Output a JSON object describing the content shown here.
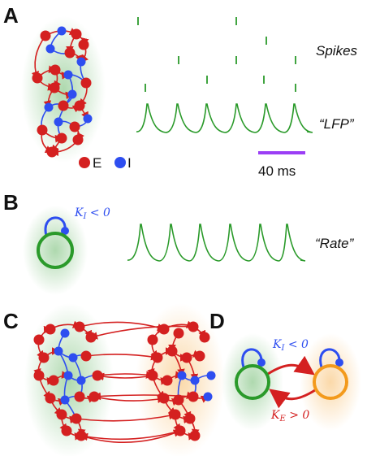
{
  "panels": {
    "a": {
      "letter": "A",
      "spikes_label": "Spikes",
      "lfp_label": "“LFP”",
      "legend_e": "E",
      "legend_i": "I",
      "scalebar_label": "40 ms"
    },
    "b": {
      "letter": "B",
      "self_coupling_var": "K",
      "self_coupling_sub": "I",
      "self_coupling_rel": " < 0",
      "rate_label": "“Rate”"
    },
    "c": {
      "letter": "C"
    },
    "d": {
      "letter": "D",
      "inhib_var": "K",
      "inhib_sub": "I",
      "inhib_rel": " < 0",
      "excit_var": "K",
      "excit_sub": "E",
      "excit_rel": " > 0"
    }
  },
  "colors": {
    "excitatory": "#d42020",
    "inhibitory": "#2e4ef0",
    "trace": "#2a9a2a",
    "population_1": "#2a9a2a",
    "population_2": "#f39a1c",
    "scalebar": "#9b3ef5"
  }
}
